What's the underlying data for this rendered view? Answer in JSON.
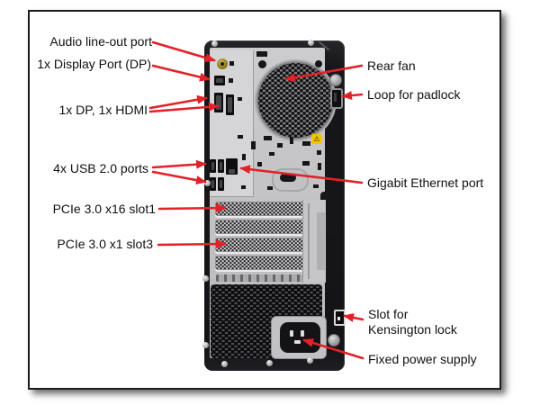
{
  "figure": {
    "title": "Tower desktop rear view diagram",
    "subject": "Rear panel of a tower desktop computer with callouts"
  },
  "colors": {
    "arrow": "#e22128",
    "label_text": "#111111",
    "figure_border": "#1c1c1c",
    "chassis_dark": "#18181b",
    "panel_gray": "#c4c4c6",
    "io_plate_gray": "#d5d5d7",
    "warning_yellow": "#f3c400",
    "audio_jack_gold": "#9d8a2c"
  },
  "icons": {
    "warning": "⚠"
  },
  "callouts": {
    "audio": {
      "label": "Audio line-out port"
    },
    "display_port": {
      "label": "1x Display Port (DP)"
    },
    "dp_hdmi": {
      "label": "1x DP, 1x HDMI"
    },
    "usb": {
      "label": "4x USB 2.0 ports"
    },
    "pcie_x16": {
      "label": "PCIe 3.0 x16 slot1"
    },
    "pcie_x1": {
      "label": "PCIe 3.0 x1 slot3"
    },
    "rear_fan": {
      "label": "Rear fan"
    },
    "padlock": {
      "label": "Loop for padlock"
    },
    "ethernet": {
      "label": "Gigabit Ethernet port"
    },
    "kensington": {
      "label": "Slot for Kensington lock"
    },
    "power": {
      "label": "Fixed power supply"
    }
  }
}
